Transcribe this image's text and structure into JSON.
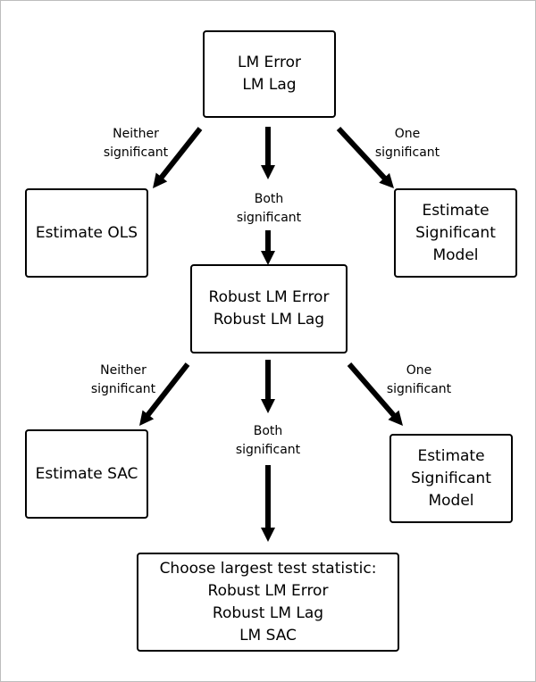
{
  "diagram": {
    "nodes": {
      "lm": {
        "lines": [
          "LM Error",
          "LM Lag"
        ]
      },
      "ols": {
        "lines": [
          "Estimate OLS"
        ]
      },
      "sig_model_1": {
        "lines": [
          "Estimate",
          "Significant",
          "Model"
        ]
      },
      "robust": {
        "lines": [
          "Robust LM Error",
          "Robust LM Lag"
        ]
      },
      "sac": {
        "lines": [
          "Estimate SAC"
        ]
      },
      "sig_model_2": {
        "lines": [
          "Estimate",
          "Significant",
          "Model"
        ]
      },
      "choose": {
        "lines": [
          "Choose largest test statistic:",
          "Robust LM Error",
          "Robust LM Lag",
          "LM SAC"
        ]
      }
    },
    "edge_labels": {
      "neither_1": [
        "Neither",
        "significant"
      ],
      "both_1": [
        "Both",
        "significant"
      ],
      "one_1": [
        "One",
        "significant"
      ],
      "neither_2": [
        "Neither",
        "significant"
      ],
      "both_2": [
        "Both",
        "significant"
      ],
      "one_2": [
        "One",
        "significant"
      ]
    },
    "colors": {
      "stroke": "#000000",
      "background": "#ffffff",
      "frame": "#bdbdbd"
    }
  }
}
